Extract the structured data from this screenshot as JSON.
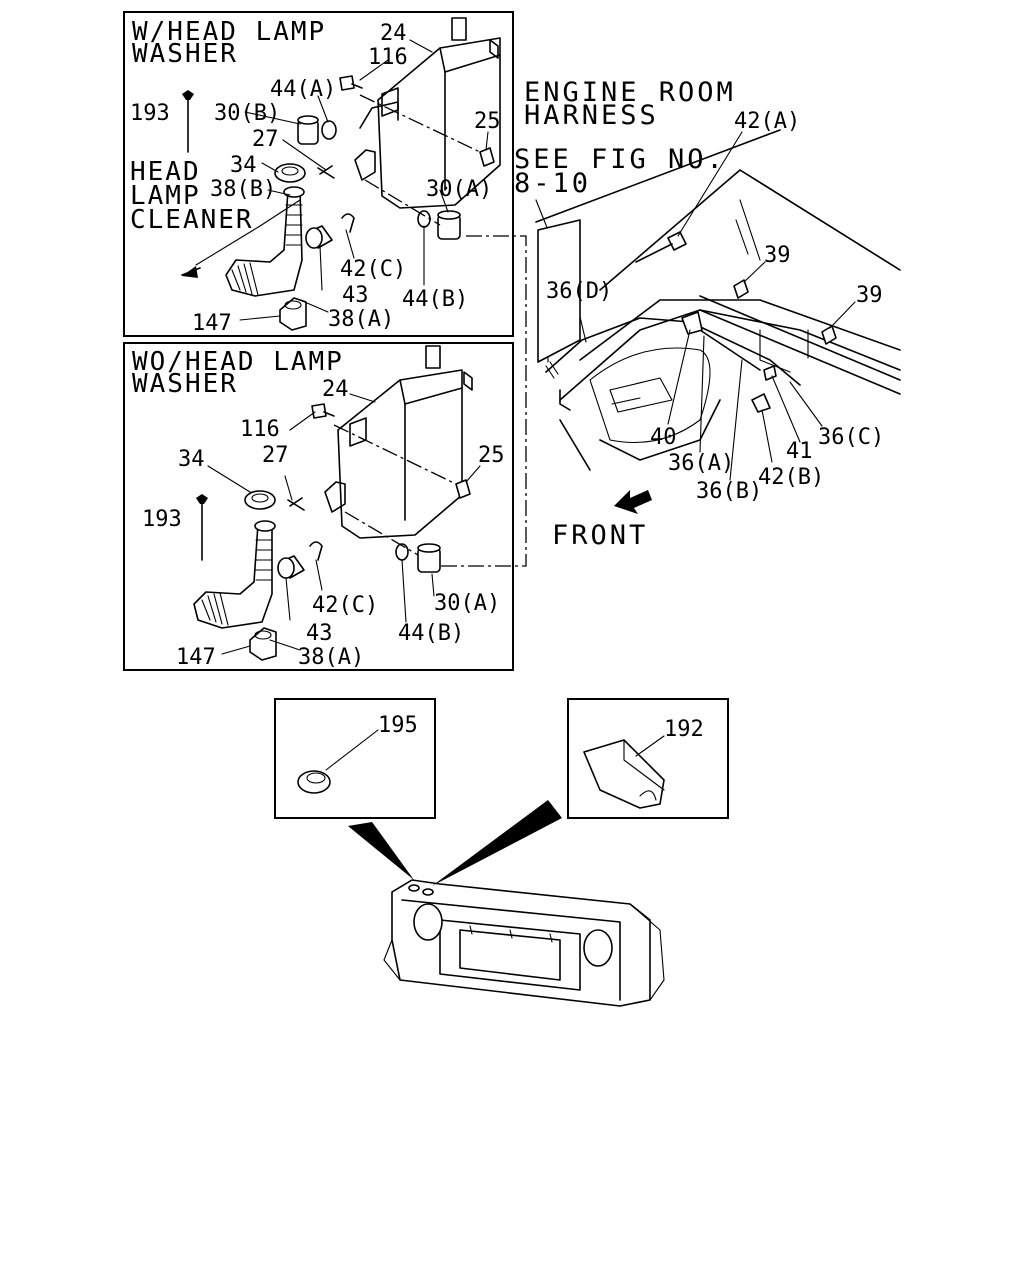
{
  "inset_top": {
    "title_line1": "W/HEAD LAMP",
    "title_line2": "WASHER"
  },
  "inset_bottom": {
    "title_line1": "WO/HEAD LAMP",
    "title_line2": "WASHER"
  },
  "head_lamp_cleaner": {
    "line1": "HEAD",
    "line2": "LAMP",
    "line3": "CLEANER"
  },
  "engine_room_harness": {
    "line1": "ENGINE ROOM",
    "line2": "HARNESS"
  },
  "see_fig": {
    "line1": "SEE FIG NO.",
    "line2": "8-10"
  },
  "front_label": "FRONT",
  "parts_top": {
    "p24": "24",
    "p116": "116",
    "p44a": "44(A)",
    "p193": "193",
    "p30b": "30(B)",
    "p25": "25",
    "p27": "27",
    "p34": "34",
    "p38b": "38(B)",
    "p30a": "30(A)",
    "p42c": "42(C)",
    "p43": "43",
    "p44b": "44(B)",
    "p147": "147",
    "p38a": "38(A)"
  },
  "parts_bottom": {
    "p24": "24",
    "p116": "116",
    "p25": "25",
    "p34": "34",
    "p27": "27",
    "p193": "193",
    "p42c": "42(C)",
    "p43": "43",
    "p30a": "30(A)",
    "p44b": "44(B)",
    "p147": "147",
    "p38a": "38(A)"
  },
  "parts_right": {
    "p42a": "42(A)",
    "p39a": "39",
    "p39b": "39",
    "p36d": "36(D)",
    "p40": "40",
    "p36a": "36(A)",
    "p36b": "36(B)",
    "p42b": "42(B)",
    "p41": "41",
    "p36c": "36(C)"
  },
  "detail_left": {
    "part": "195"
  },
  "detail_right": {
    "part": "192"
  }
}
